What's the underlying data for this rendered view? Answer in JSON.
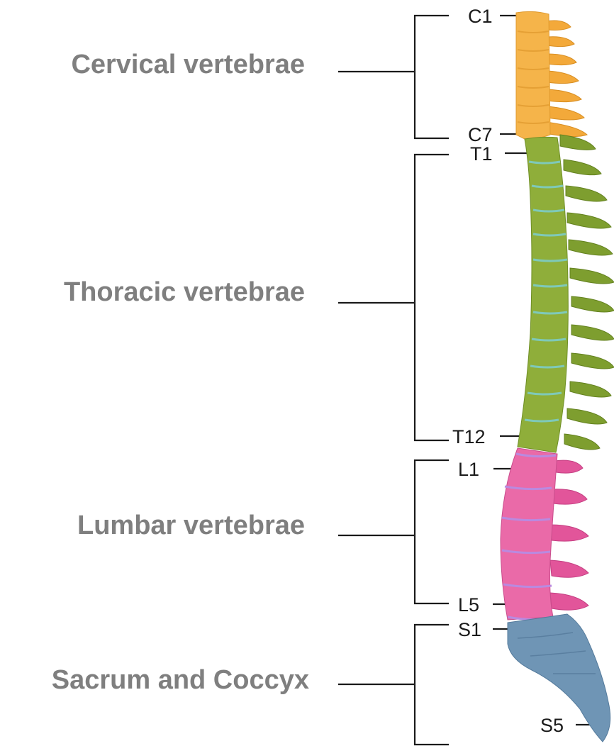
{
  "regions": [
    {
      "name": "Cervical vertebrae",
      "color": "#f5b44a"
    },
    {
      "name": "Thoracic vertebrae",
      "color": "#8fae3a"
    },
    {
      "name": "Lumbar vertebrae",
      "color": "#ea6aa8"
    },
    {
      "name": "Sacrum and Coccyx",
      "color": "#6f95b5"
    }
  ],
  "vertebra_labels": {
    "c1": "C1",
    "c7": "C7",
    "t1": "T1",
    "t12": "T12",
    "l1": "L1",
    "l5": "L5",
    "s1": "S1",
    "s5": "S5"
  },
  "colors": {
    "label_text": "#7f7f7f",
    "bracket_line": "#1a1a1a",
    "disc_thoracic": "#7fc9b8",
    "disc_lumbar": "#b98ae0"
  }
}
